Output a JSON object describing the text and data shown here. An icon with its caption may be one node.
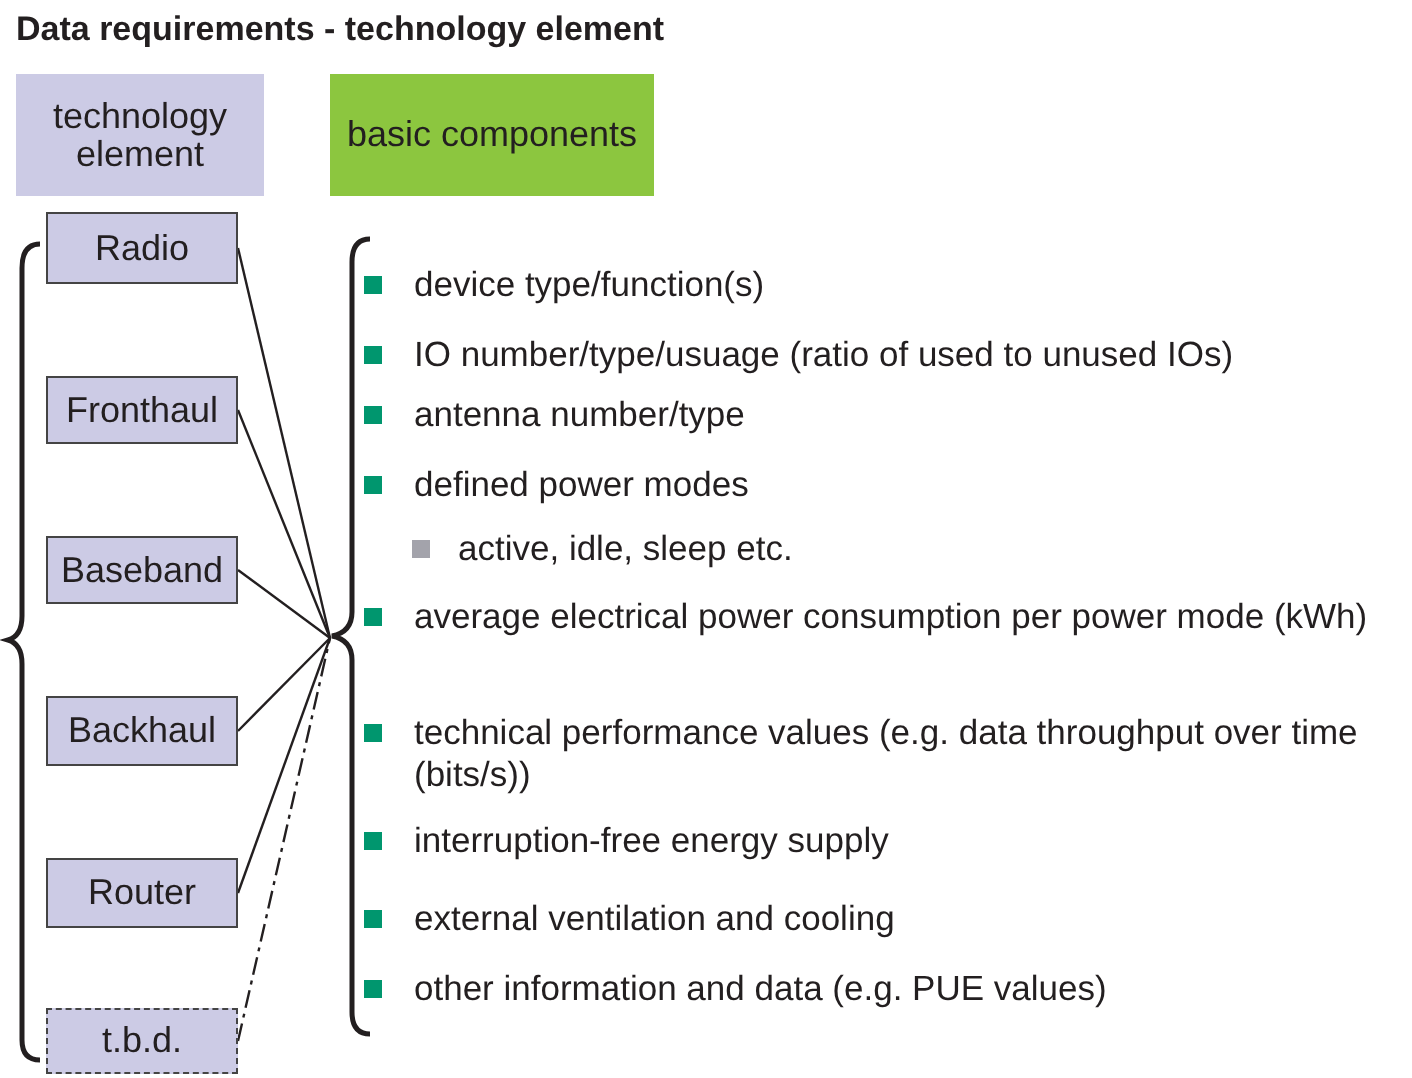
{
  "diagram": {
    "title": "Data requirements - technology element",
    "nodes": [
      {
        "text": [
          "technology element"
        ]
      },
      {
        "text": [
          "basic components"
        ]
      },
      {
        "text": [
          "Radio"
        ]
      },
      {
        "text": [
          "Fronthaul"
        ]
      },
      {
        "text": [
          "Baseband"
        ]
      },
      {
        "text": [
          "Backhaul"
        ]
      },
      {
        "text": [
          "Router"
        ]
      },
      {
        "text": [
          "t.b.d."
        ]
      },
      {
        "text": [
          "device type/function(s)",
          "IO number/type/usuage (ratio of used to unused IOs)",
          "antenna number/type",
          "defined power modes",
          "active, idle, sleep etc.",
          "average electrical power consumption per power mode (kWh)",
          "technical performance values (e.g. data throughput over time (bits/s))",
          "interruption-free energy supply",
          "external ventilation and cooling",
          "other information and data (e.g. PUE values)"
        ]
      }
    ],
    "edges": [
      {
        "from": 2,
        "to": 8,
        "arrow": "none"
      },
      {
        "from": 3,
        "to": 8,
        "arrow": "none"
      },
      {
        "from": 4,
        "to": 8,
        "arrow": "none"
      },
      {
        "from": 5,
        "to": 8,
        "arrow": "none"
      },
      {
        "from": 6,
        "to": 8,
        "arrow": "none"
      },
      {
        "from": 7,
        "to": 8,
        "arrow": "none",
        "style": "dashed"
      }
    ]
  }
}
